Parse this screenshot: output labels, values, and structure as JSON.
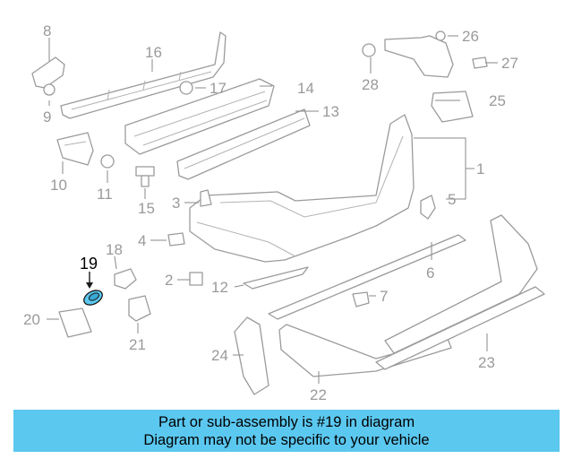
{
  "diagram": {
    "highlight_color": "#5bc8f0",
    "callouts": [
      "1",
      "2",
      "3",
      "4",
      "5",
      "6",
      "7",
      "8",
      "9",
      "10",
      "11",
      "12",
      "13",
      "14",
      "15",
      "16",
      "17",
      "18",
      "19",
      "20",
      "21",
      "22",
      "23",
      "24",
      "25",
      "26",
      "27",
      "28"
    ],
    "highlighted_callout": "19"
  },
  "banner": {
    "line1": "Part or sub-assembly is #19 in diagram",
    "line2": "Diagram may not be specific to your vehicle",
    "background": "#5bc8f0"
  }
}
